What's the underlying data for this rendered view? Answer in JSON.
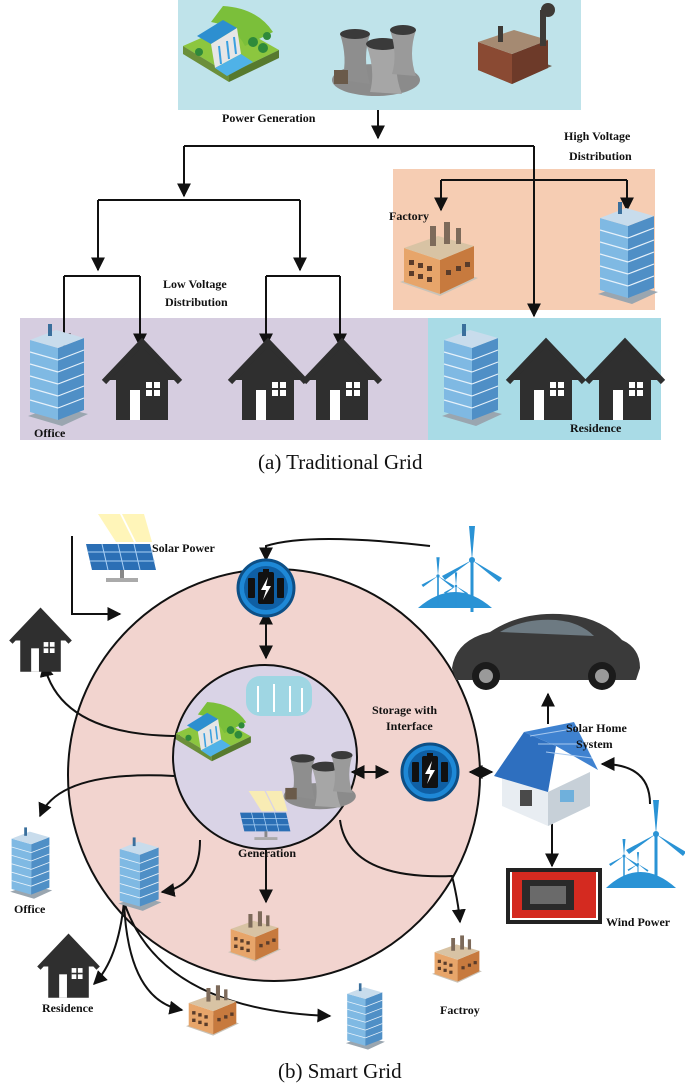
{
  "traditional": {
    "power_generation": "Power Generation",
    "high_voltage_line1": "High Voltage",
    "high_voltage_line2": "Distribution",
    "low_voltage_line1": "Low Voltage",
    "low_voltage_line2": "Distribution",
    "factory": "Factory",
    "office": "Office",
    "residence": "Residence",
    "caption": "(a)  Traditional Grid"
  },
  "smart": {
    "solar_power": "Solar Power",
    "storage_line1": "Storage with",
    "storage_line2": "Interface",
    "solar_home_line1": "Solar Home",
    "solar_home_line2": "System",
    "generation": "Generation",
    "wind_power": "Wind Power",
    "office": "Office",
    "residence": "Residence",
    "factroy": "Factroy",
    "caption": "(b) Smart Grid"
  },
  "colors": {
    "generation_panel": "#bfe3ea",
    "factory_panel": "#f6cdb3",
    "low_voltage_panel": "#d6cde0",
    "residence_panel": "#a9dbe6",
    "outer_ring": "#f2d4cf",
    "inner_ring": "#d9d3e6",
    "battery_blue": "#1e88d6",
    "house_dark": "#2f2f2f",
    "tower_blue": "#6fb0dc",
    "wind_blue": "#2a93d5",
    "car": "#3a3a3a",
    "generator_red": "#d42a20"
  },
  "icons": [
    "dam-icon",
    "cooling-tower-icon",
    "factory-icon",
    "office-tower-icon",
    "house-icon",
    "solar-panel-icon",
    "battery-icon",
    "wind-turbine-icon",
    "car-icon",
    "generator-icon",
    "solar-home-icon"
  ]
}
